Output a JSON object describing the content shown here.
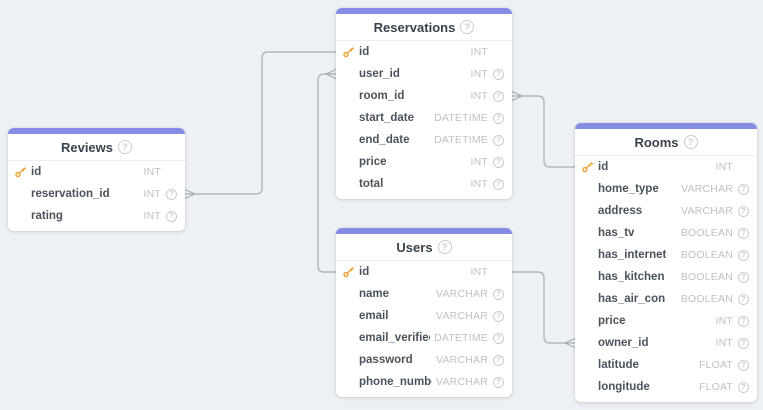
{
  "app": {
    "view": "database-schema-diagram",
    "background_color": "#edf0f4",
    "accent_bar_color": "#848ce6",
    "line_color": "#a7adb5",
    "primary_key_color": "#f0a23c",
    "help_glyph": "?"
  },
  "tables": [
    {
      "name": "Reservations",
      "fields": [
        {
          "name": "id",
          "type": "INT",
          "pk": true
        },
        {
          "name": "user_id",
          "type": "INT"
        },
        {
          "name": "room_id",
          "type": "INT"
        },
        {
          "name": "start_date",
          "type": "DATETIME"
        },
        {
          "name": "end_date",
          "type": "DATETIME"
        },
        {
          "name": "price",
          "type": "INT"
        },
        {
          "name": "total",
          "type": "INT"
        }
      ]
    },
    {
      "name": "Reviews",
      "fields": [
        {
          "name": "id",
          "type": "INT",
          "pk": true
        },
        {
          "name": "reservation_id",
          "type": "INT"
        },
        {
          "name": "rating",
          "type": "INT"
        }
      ]
    },
    {
      "name": "Users",
      "fields": [
        {
          "name": "id",
          "type": "INT",
          "pk": true
        },
        {
          "name": "name",
          "type": "VARCHAR"
        },
        {
          "name": "email",
          "type": "VARCHAR"
        },
        {
          "name": "email_verified_",
          "type": "DATETIME"
        },
        {
          "name": "password",
          "type": "VARCHAR"
        },
        {
          "name": "phone_numbe",
          "type": "VARCHAR"
        }
      ]
    },
    {
      "name": "Rooms",
      "fields": [
        {
          "name": "id",
          "type": "INT",
          "pk": true
        },
        {
          "name": "home_type",
          "type": "VARCHAR"
        },
        {
          "name": "address",
          "type": "VARCHAR"
        },
        {
          "name": "has_tv",
          "type": "BOOLEAN"
        },
        {
          "name": "has_internet",
          "type": "BOOLEAN"
        },
        {
          "name": "has_kitchen",
          "type": "BOOLEAN"
        },
        {
          "name": "has_air_con",
          "type": "BOOLEAN"
        },
        {
          "name": "price",
          "type": "INT"
        },
        {
          "name": "owner_id",
          "type": "INT"
        },
        {
          "name": "latitude",
          "type": "FLOAT"
        },
        {
          "name": "longitude",
          "type": "FLOAT"
        }
      ]
    }
  ],
  "relationships": [
    {
      "from": "Reviews.reservation_id",
      "to": "Reservations.id",
      "many_end": "Reviews.reservation_id"
    },
    {
      "from": "Reservations.user_id",
      "to": "Users.id",
      "many_end": "Reservations.user_id"
    },
    {
      "from": "Reservations.room_id",
      "to": "Rooms.id",
      "many_end": "Reservations.room_id"
    },
    {
      "from": "Rooms.owner_id",
      "to": "Users.id",
      "many_end": "Rooms.owner_id"
    }
  ]
}
